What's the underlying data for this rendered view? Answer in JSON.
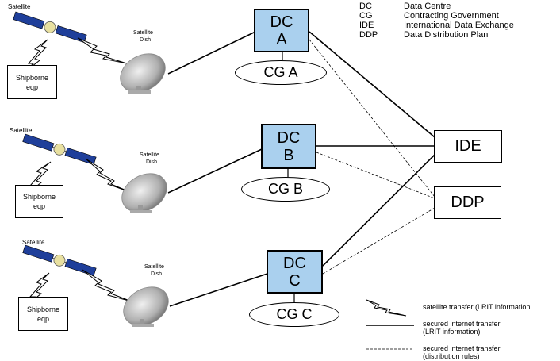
{
  "abbreviations": [
    {
      "code": "DC",
      "meaning": "Data Centre"
    },
    {
      "code": "CG",
      "meaning": "Contracting Government"
    },
    {
      "code": "IDE",
      "meaning": "International Data Exchange"
    },
    {
      "code": "DDP",
      "meaning": "Data Distribution Plan"
    }
  ],
  "groups": [
    {
      "satellite_label": "Satellite",
      "dish_label_1": "Satellite",
      "dish_label_2": "Dish",
      "ship_label_1": "Shipborne",
      "ship_label_2": "eqp",
      "dc_line1": "DC",
      "dc_line2": "A",
      "cg_label": "CG A"
    },
    {
      "satellite_label": "Satellite",
      "dish_label_1": "Satellite",
      "dish_label_2": "Dish",
      "ship_label_1": "Shipborne",
      "ship_label_2": "eqp",
      "dc_line1": "DC",
      "dc_line2": "B",
      "cg_label": "CG B"
    },
    {
      "satellite_label": "Satellite",
      "dish_label_1": "Satellite",
      "dish_label_2": "Dish",
      "ship_label_1": "Shipborne",
      "ship_label_2": "eqp",
      "dc_line1": "DC",
      "dc_line2": "C",
      "cg_label": "CG C"
    }
  ],
  "ide_label": "IDE",
  "ddp_label": "DDP",
  "legend": {
    "satellite_transfer": "satellite transfer (LRIT information",
    "secured_line1": "secured internet transfer",
    "secured_line2": "(LRIT information)",
    "dashed_line1": "secured internet transfer",
    "dashed_line2": "(distribution rules)"
  },
  "colors": {
    "dc_fill": "#aad0ee",
    "panel_blue": "#1f3f9a",
    "satellite_body": "#e8e0a0",
    "dish_gray": "#a8a8a8"
  }
}
